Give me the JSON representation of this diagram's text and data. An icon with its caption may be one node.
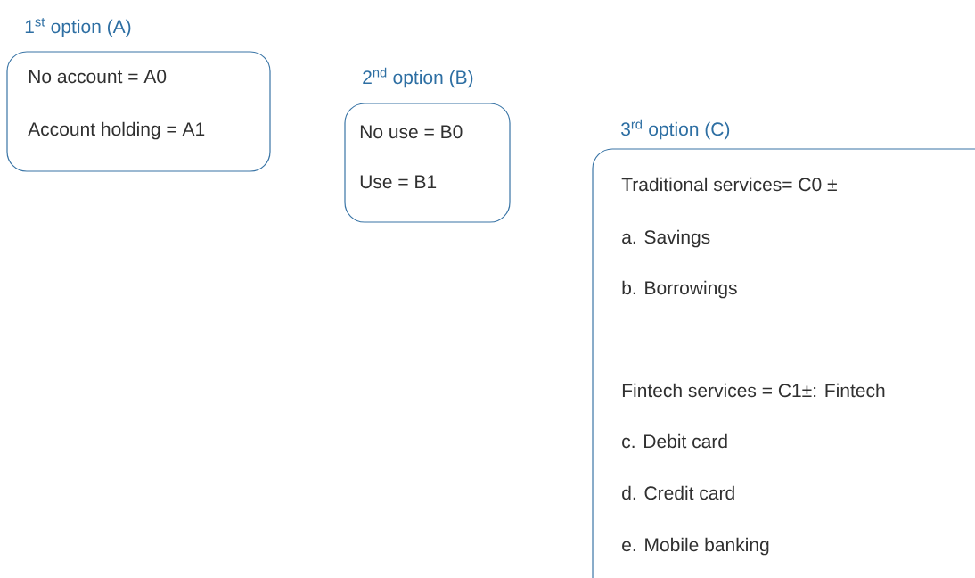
{
  "diagram": {
    "nodes": [
      {
        "text": [
          "1$^{st}$ option (A)",
          "No account = A0",
          "Account holding = A1"
        ]
      },
      {
        "text": [
          "2$^{nd}$ option (B)",
          "No use = B0",
          "Use = B1"
        ]
      },
      {
        "text": [
          "3$^{rd}$ option (C)",
          "Traditional services= C0 ±",
          "a. Savings",
          "b. Borrowings",
          "Fintech services = C1±: Fintech",
          "c. Debit card",
          "d. Credit card",
          "e. Mobile banking"
        ]
      }
    ]
  }
}
